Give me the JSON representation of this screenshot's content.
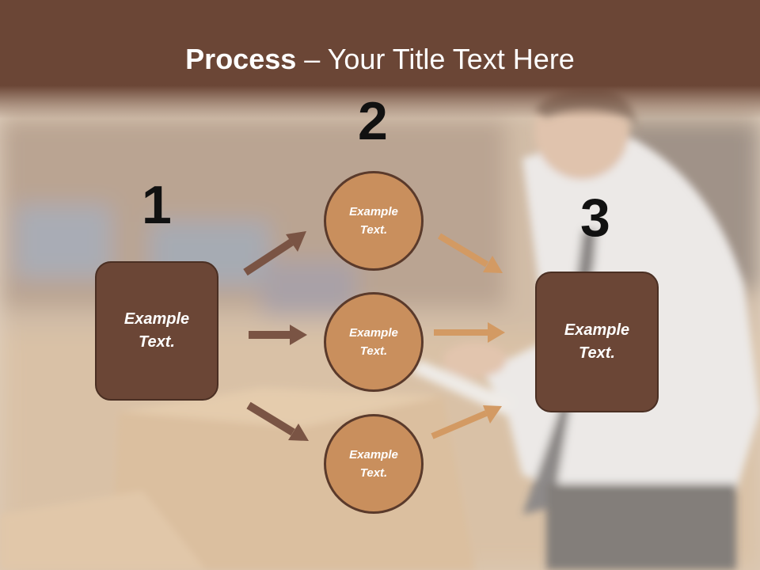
{
  "slide": {
    "title_bold": "Process",
    "title_rest": " – Your Title Text Here"
  },
  "diagram": {
    "step_numbers": [
      "1",
      "2",
      "3"
    ],
    "left_box_text": "Example\nText.",
    "right_box_text": "Example\nText.",
    "circles": [
      {
        "text": "Example\nText."
      },
      {
        "text": "Example\nText."
      },
      {
        "text": "Example\nText."
      }
    ]
  },
  "colors": {
    "header": "#6b4636",
    "box": "#6b4636",
    "circle": "#c98f5d",
    "arrow_dark": "#7a5444",
    "arrow_light": "#d39a63"
  }
}
